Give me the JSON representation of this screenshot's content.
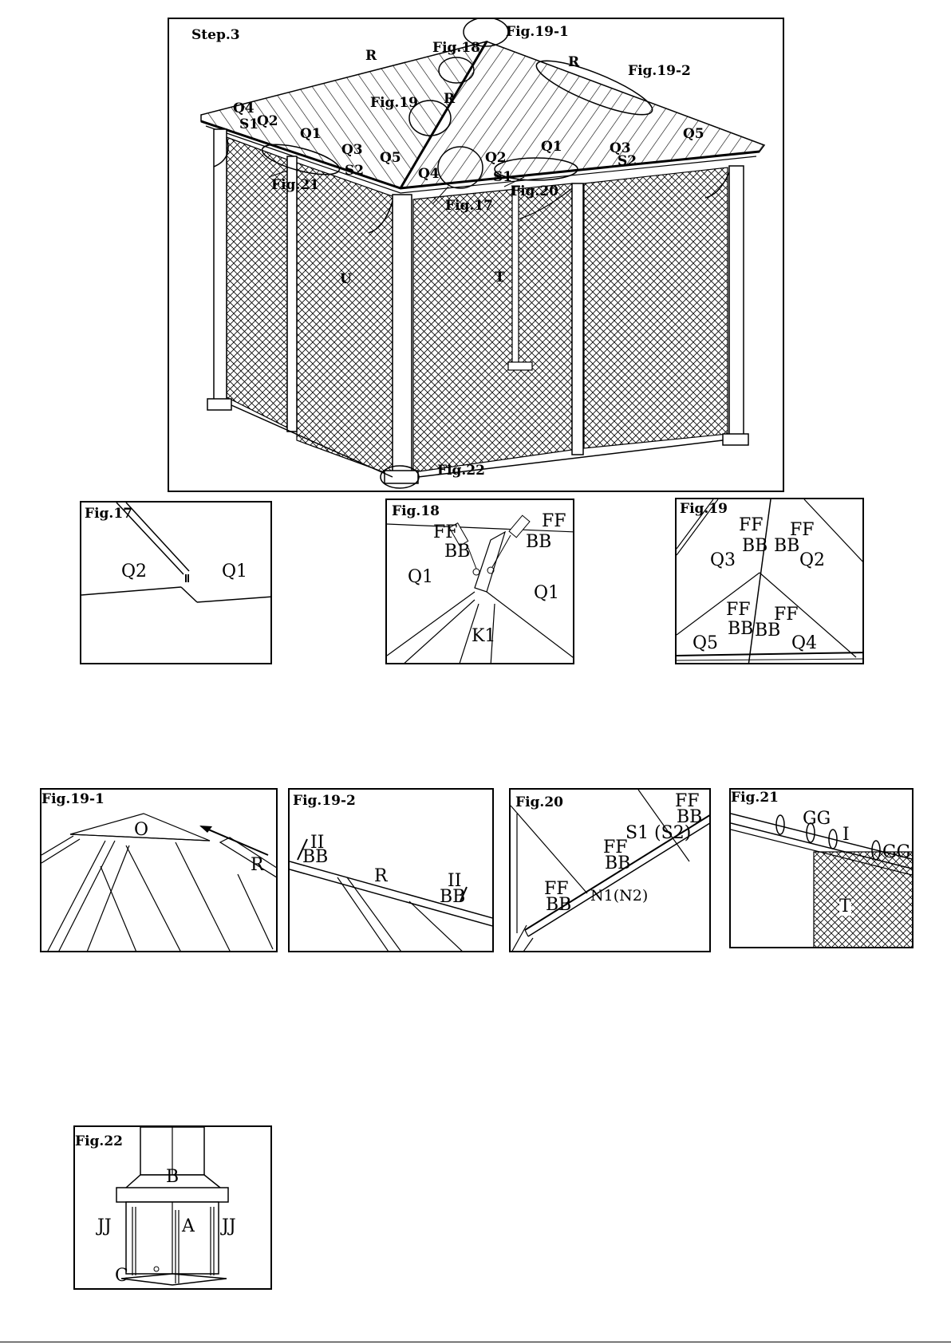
{
  "main": {
    "step_label": "Step.3",
    "callouts": {
      "fig19_1": "Fig.19-1",
      "fig18": "Fig.18",
      "fig19_2": "Fig.19-2",
      "fig19": "Fig.19",
      "fig21": "Fig.21",
      "fig20": "Fig.20",
      "fig17": "Fig.17",
      "fig22": "Fig.22"
    },
    "parts": {
      "r_left": "R",
      "r_right": "R",
      "r_center": "R",
      "q4_left": "Q4",
      "s1_left": "S1",
      "q2_left": "Q2",
      "q1_left": "Q1",
      "q3_left": "Q3",
      "s2_left": "S2",
      "q5_front": "Q5",
      "q4_front": "Q4",
      "q2_front": "Q2",
      "s1_front": "S1",
      "q1_right": "Q1",
      "q3_right": "Q3",
      "s2_right": "S2",
      "q5_right": "Q5",
      "u_curtain": "U",
      "t_curtain": "T"
    }
  },
  "fig17": {
    "title": "Fig.17",
    "left": "Q2",
    "right": "Q1"
  },
  "fig18": {
    "title": "Fig.18",
    "ff_left": "FF",
    "bb_left": "BB",
    "ff_right": "FF",
    "bb_right": "BB",
    "q1_left": "Q1",
    "q1_right": "Q1",
    "k1": "K1"
  },
  "fig19": {
    "title": "Fig.19",
    "ff1": "FF",
    "ff2": "FF",
    "bb1": "BB",
    "bb2": "BB",
    "q3": "Q3",
    "q2": "Q2",
    "ff3": "FF",
    "ff4": "FF",
    "bb3": "BB",
    "bb4": "BB",
    "q5": "Q5",
    "q4": "Q4"
  },
  "fig19_1": {
    "title": "Fig.19-1",
    "o": "O",
    "r": "R"
  },
  "fig19_2": {
    "title": "Fig.19-2",
    "ii_left": "II",
    "bb_left": "BB",
    "r": "R",
    "ii_right": "II",
    "bb_right": "BB"
  },
  "fig20": {
    "title": "Fig.20",
    "ff_top": "FF",
    "bb_top": "BB",
    "s1": "S1 (S2)",
    "ff_mid": "FF",
    "bb_mid": "BB",
    "ff_low": "FF",
    "bb_low": "BB",
    "n1": "N1(N2)"
  },
  "fig21": {
    "title": "Fig.21",
    "gg1": "GG",
    "i": "I",
    "gg2": "GG",
    "t": "T"
  },
  "fig22": {
    "title": "Fig.22",
    "b": "B",
    "jj_left": "JJ",
    "a": "A",
    "jj_right": "JJ",
    "c": "C"
  }
}
